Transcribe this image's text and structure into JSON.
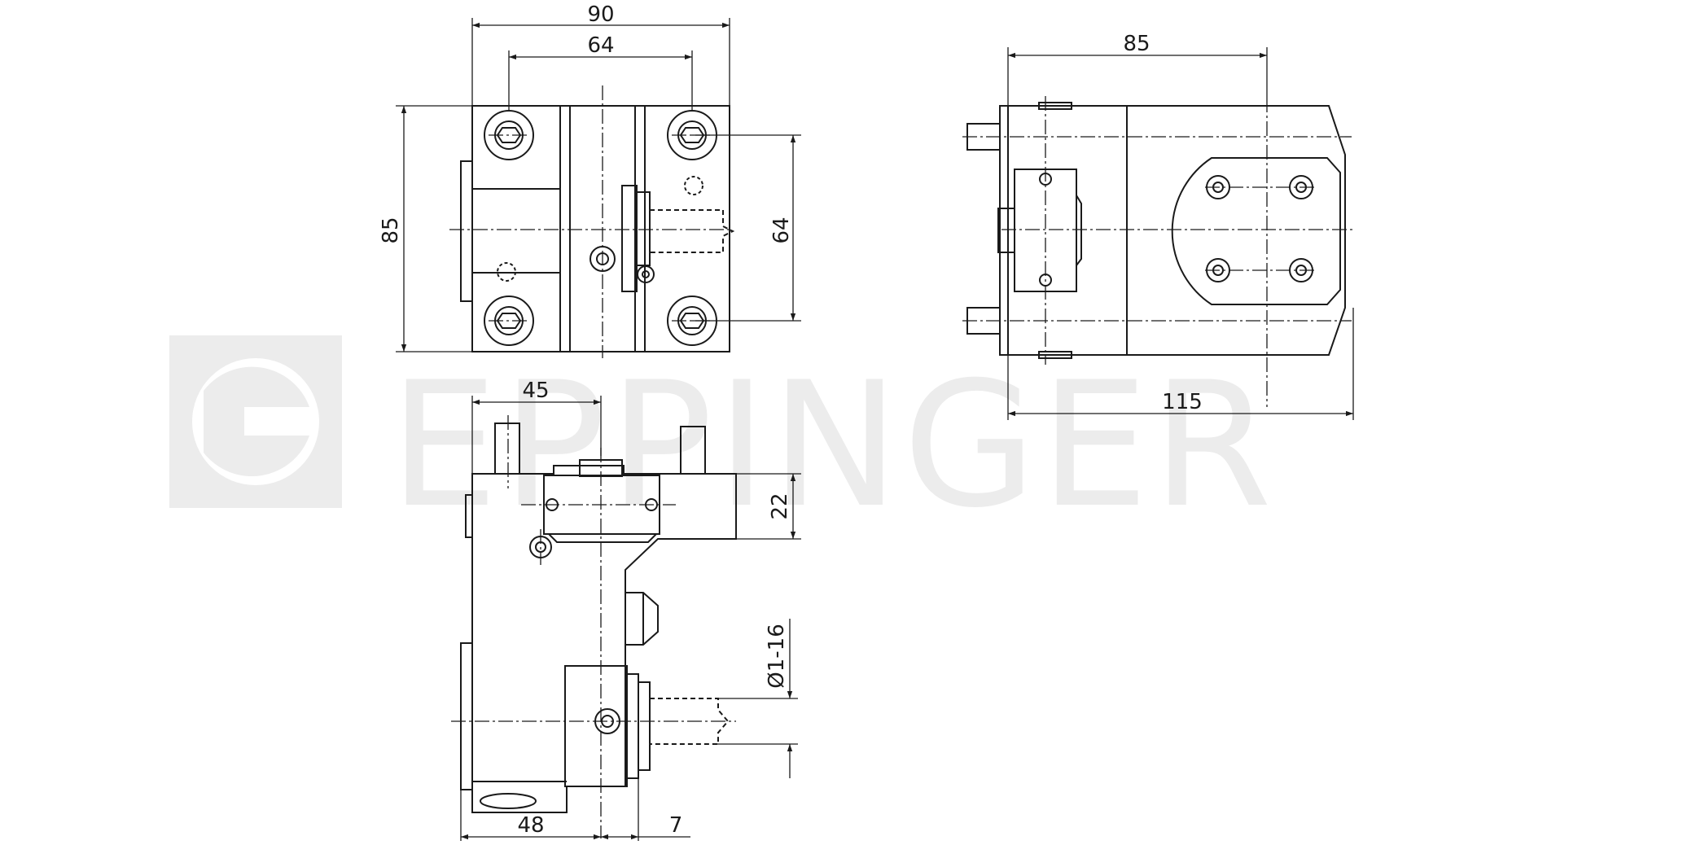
{
  "watermark": {
    "text": "EPPINGER",
    "color": "#ececec"
  },
  "colors": {
    "line": "#1a1a1a",
    "background": "#ffffff"
  },
  "top_view": {
    "dim_width_outer": "90",
    "dim_width_inner": "64",
    "dim_height_outer": "85",
    "dim_height_inner": "64"
  },
  "right_view": {
    "dim_top": "85",
    "dim_bottom": "115"
  },
  "side_view": {
    "dim_top": "45",
    "dim_right": "22",
    "dim_diameter": "Ø1-16",
    "dim_bottom_left": "48",
    "dim_bottom_right": "7"
  }
}
